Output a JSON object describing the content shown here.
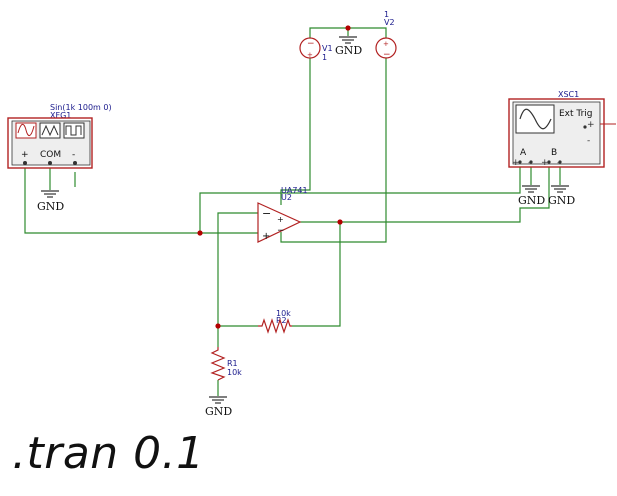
{
  "components": {
    "v1": {
      "ref": "V1",
      "value": "1"
    },
    "v2": {
      "ref": "V2",
      "value": "1"
    },
    "xfg1": {
      "ref": "XFG1",
      "value": "Sin(1k 100m 0)",
      "terminals": [
        "+",
        "COM",
        "-"
      ]
    },
    "xsc1": {
      "ref": "XSC1",
      "ext_trig": "Ext Trig",
      "channel_a": "A",
      "channel_b": "B"
    },
    "u2": {
      "ref": "U2",
      "model": "UA741"
    },
    "r1": {
      "ref": "R1",
      "value": "10k"
    },
    "r2": {
      "ref": "R2",
      "value": "10k"
    }
  },
  "ground_label": "GND",
  "directive": ".tran 0.1",
  "colors": {
    "wire": "#2e8b2e",
    "component": "#b22222",
    "label": "#1a1a8c",
    "junction": "#b30000"
  }
}
